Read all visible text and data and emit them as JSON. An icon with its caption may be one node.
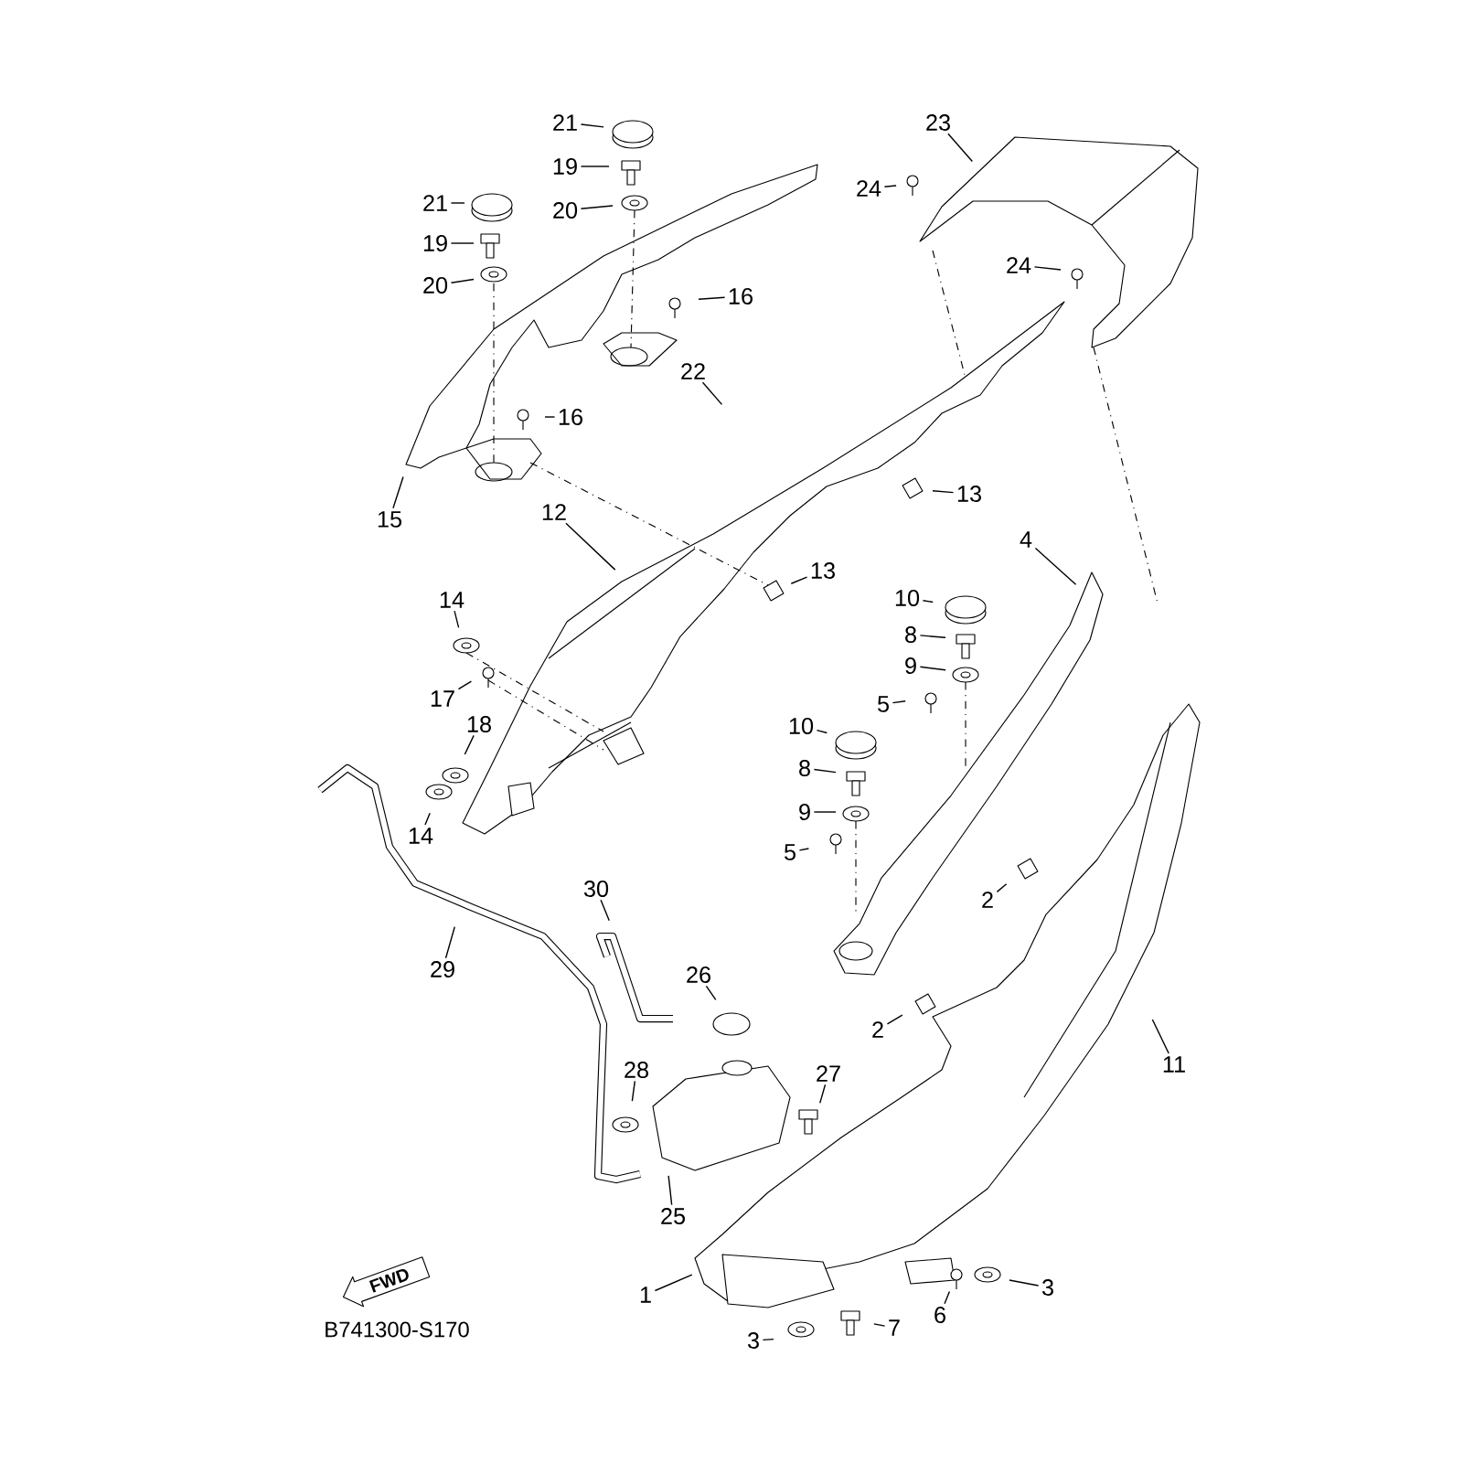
{
  "diagram": {
    "nodes": [
      {
        "text": [
          "23"
        ]
      },
      {
        "text": [
          "21"
        ]
      },
      {
        "text": [
          "19"
        ]
      },
      {
        "text": [
          "24"
        ]
      },
      {
        "text": [
          "21"
        ]
      },
      {
        "text": [
          "20"
        ]
      },
      {
        "text": [
          "19"
        ]
      },
      {
        "text": [
          "24"
        ]
      },
      {
        "text": [
          "20"
        ]
      },
      {
        "text": [
          "16"
        ]
      },
      {
        "text": [
          "22"
        ]
      },
      {
        "text": [
          "16"
        ]
      },
      {
        "text": [
          "13"
        ]
      },
      {
        "text": [
          "12"
        ]
      },
      {
        "text": [
          "15"
        ]
      },
      {
        "text": [
          "4"
        ]
      },
      {
        "text": [
          "13"
        ]
      },
      {
        "text": [
          "10"
        ]
      },
      {
        "text": [
          "14"
        ]
      },
      {
        "text": [
          "8"
        ]
      },
      {
        "text": [
          "9"
        ]
      },
      {
        "text": [
          "17"
        ]
      },
      {
        "text": [
          "5"
        ]
      },
      {
        "text": [
          "18"
        ]
      },
      {
        "text": [
          "10"
        ]
      },
      {
        "text": [
          "8"
        ]
      },
      {
        "text": [
          "9"
        ]
      },
      {
        "text": [
          "14"
        ]
      },
      {
        "text": [
          "5"
        ]
      },
      {
        "text": [
          "30"
        ]
      },
      {
        "text": [
          "2"
        ]
      },
      {
        "text": [
          "29"
        ]
      },
      {
        "text": [
          "26"
        ]
      },
      {
        "text": [
          "2"
        ]
      },
      {
        "text": [
          "11"
        ]
      },
      {
        "text": [
          "28"
        ]
      },
      {
        "text": [
          "27"
        ]
      },
      {
        "text": [
          "25"
        ]
      },
      {
        "text": [
          "3"
        ]
      },
      {
        "text": [
          "1"
        ]
      },
      {
        "text": [
          "6"
        ]
      },
      {
        "text": [
          "7"
        ]
      },
      {
        "text": [
          "3"
        ]
      },
      {
        "text": [
          "FWD"
        ]
      }
    ],
    "edges": [
      {
        "from": 0,
        "to": null,
        "arrow": "none"
      },
      {
        "from": 1,
        "to": null,
        "arrow": "none"
      },
      {
        "from": 2,
        "to": null,
        "arrow": "none"
      },
      {
        "from": 3,
        "to": null,
        "arrow": "none"
      },
      {
        "from": 4,
        "to": null,
        "arrow": "none"
      },
      {
        "from": 5,
        "to": null,
        "arrow": "none"
      },
      {
        "from": 6,
        "to": null,
        "arrow": "none"
      },
      {
        "from": 7,
        "to": null,
        "arrow": "none"
      },
      {
        "from": 8,
        "to": null,
        "arrow": "none"
      },
      {
        "from": 9,
        "to": null,
        "arrow": "none"
      },
      {
        "from": 10,
        "to": null,
        "arrow": "none"
      },
      {
        "from": 11,
        "to": null,
        "arrow": "none"
      },
      {
        "from": 12,
        "to": null,
        "arrow": "none"
      },
      {
        "from": 13,
        "to": null,
        "arrow": "none"
      },
      {
        "from": 14,
        "to": null,
        "arrow": "none"
      },
      {
        "from": 15,
        "to": null,
        "arrow": "none"
      },
      {
        "from": 16,
        "to": null,
        "arrow": "none"
      },
      {
        "from": 17,
        "to": null,
        "arrow": "none"
      },
      {
        "from": 18,
        "to": null,
        "arrow": "none"
      },
      {
        "from": 19,
        "to": null,
        "arrow": "none"
      },
      {
        "from": 20,
        "to": null,
        "arrow": "none"
      },
      {
        "from": 21,
        "to": null,
        "arrow": "none"
      },
      {
        "from": 22,
        "to": null,
        "arrow": "none"
      },
      {
        "from": 23,
        "to": null,
        "arrow": "none"
      },
      {
        "from": 24,
        "to": null,
        "arrow": "none"
      },
      {
        "from": 25,
        "to": null,
        "arrow": "none"
      },
      {
        "from": 26,
        "to": null,
        "arrow": "none"
      },
      {
        "from": 27,
        "to": null,
        "arrow": "none"
      },
      {
        "from": 28,
        "to": null,
        "arrow": "none"
      },
      {
        "from": 29,
        "to": null,
        "arrow": "none"
      },
      {
        "from": 30,
        "to": null,
        "arrow": "none"
      },
      {
        "from": 31,
        "to": null,
        "arrow": "none"
      },
      {
        "from": 32,
        "to": null,
        "arrow": "none"
      },
      {
        "from": 33,
        "to": null,
        "arrow": "none"
      },
      {
        "from": 34,
        "to": null,
        "arrow": "none"
      },
      {
        "from": 35,
        "to": null,
        "arrow": "none"
      },
      {
        "from": 36,
        "to": null,
        "arrow": "none"
      },
      {
        "from": 37,
        "to": null,
        "arrow": "none"
      },
      {
        "from": 38,
        "to": null,
        "arrow": "none"
      },
      {
        "from": 39,
        "to": null,
        "arrow": "none"
      },
      {
        "from": 40,
        "to": null,
        "arrow": "none"
      },
      {
        "from": 41,
        "to": null,
        "arrow": "none"
      },
      {
        "from": 42,
        "to": null,
        "arrow": "none"
      }
    ],
    "labels": [
      "B741300-S170"
    ]
  }
}
